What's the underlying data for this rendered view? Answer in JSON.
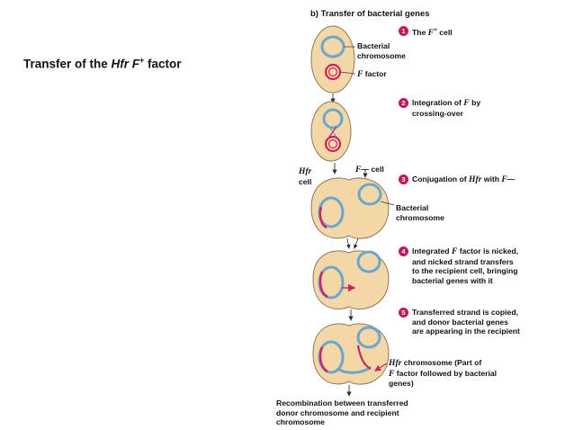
{
  "slide": {
    "title_prefix": "Transfer of the ",
    "title_italic": "Hfr F",
    "title_sup": "+",
    "title_suffix": " factor"
  },
  "panel": {
    "title": "b) Transfer of bacterial genes"
  },
  "steps": [
    {
      "num": "1",
      "pre": "The ",
      "it": "F",
      "sup": "+",
      "post": " cell"
    },
    {
      "num": "2",
      "line1_pre": "Integration of ",
      "line1_it": "F",
      "line1_post": " by",
      "line2": "crossing-over"
    },
    {
      "num": "3",
      "pre": "Conjugation of ",
      "it": "Hfr",
      "mid": " with ",
      "it2": "F",
      "post": "—"
    },
    {
      "num": "4",
      "lines": [
        "Integrated",
        "factor is nicked,",
        "and nicked strand transfers",
        "to the recipient cell, bringing",
        "bacterial genes with it"
      ],
      "it": "F"
    },
    {
      "num": "5",
      "lines": [
        "Transferred strand is copied,",
        "and donor bacterial genes",
        "are appearing in the recipient"
      ]
    }
  ],
  "labels": {
    "bact_chrom_1": [
      "Bacterial",
      "chromosome"
    ],
    "f_factor_it": "F",
    "f_factor_rest": " factor",
    "hfr_cell_it": "Hfr",
    "hfr_cell_rest": "cell",
    "fminus_it": "F",
    "fminus_rest": "— cell",
    "bact_chrom_2": [
      "Bacterial",
      "chromosome"
    ],
    "hfr_chrom_it": "Hfr",
    "hfr_chrom_lines": [
      " chromosome (Part of",
      "factor followed by bacterial",
      "genes)"
    ],
    "hfr_chrom_f": "F",
    "recombination": [
      "Recombination between transferred",
      "donor chromosome and recipient",
      "chromosome"
    ]
  },
  "colors": {
    "cell_fill": "#f3d7a6",
    "cell_stroke": "#8a7a5a",
    "chromosome": "#6aa6cf",
    "f_factor": "#cc2266",
    "step_badge": "#c2185b"
  }
}
